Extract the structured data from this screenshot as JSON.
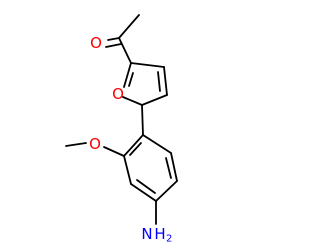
{
  "molecule": {
    "atoms": {
      "carbonyl_oxygen": {
        "symbol": "O",
        "color": "#ff0000"
      },
      "furan_oxygen": {
        "symbol": "O",
        "color": "#ff0000"
      },
      "methoxy_oxygen": {
        "symbol": "O",
        "color": "#ff0000"
      },
      "amine_nitrogen": {
        "symbol": "N",
        "color": "#0000ff",
        "hydrogen": "H",
        "hydrogen_count": "2"
      }
    },
    "bond_color": "#000000",
    "heteroatom_colors": {
      "oxygen": "#ff0000",
      "nitrogen": "#0000ff"
    }
  }
}
